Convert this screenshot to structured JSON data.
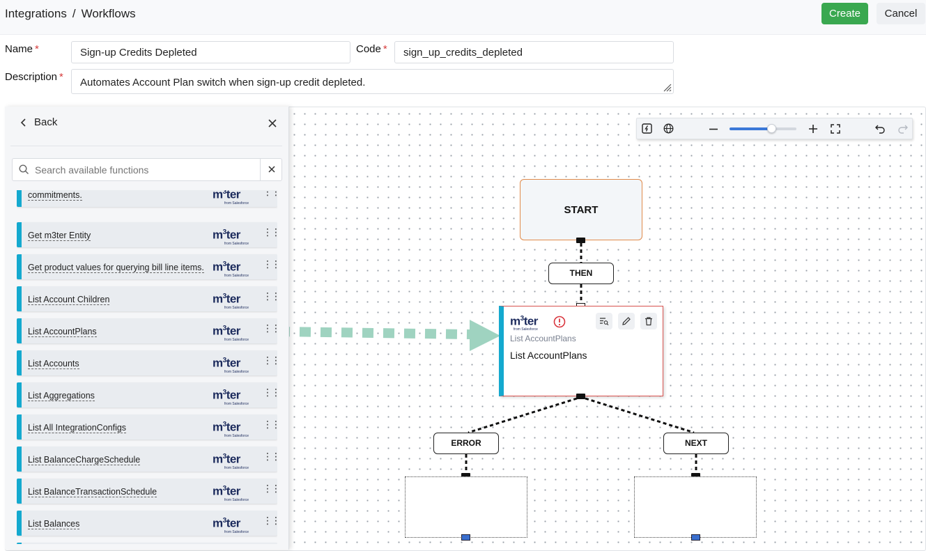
{
  "header": {
    "breadcrumb": [
      "Integrations",
      "Workflows"
    ],
    "breadcrumb_separator": "/",
    "create_label": "Create",
    "cancel_label": "Cancel",
    "create_color": "#3aa850"
  },
  "form": {
    "name_label": "Name",
    "name_value": "Sign-up Credits Depleted",
    "code_label": "Code",
    "code_value": "sign_up_credits_depleted",
    "description_label": "Description",
    "description_value": "Automates Account Plan switch when sign-up credit depleted.",
    "required_marker": "*"
  },
  "panel": {
    "back_label": "Back",
    "search_placeholder": "Search available functions",
    "accent_color": "#14a9cf",
    "functions": [
      {
        "label": "commitments."
      },
      {
        "label": "Get m3ter Entity"
      },
      {
        "label": "Get product values for querying bill line items."
      },
      {
        "label": "List Account Children"
      },
      {
        "label": "List AccountPlans"
      },
      {
        "label": "List Accounts"
      },
      {
        "label": "List Aggregations"
      },
      {
        "label": "List All IntegrationConfigs"
      },
      {
        "label": "List BalanceChargeSchedule"
      },
      {
        "label": "List BalanceTransactionSchedule"
      },
      {
        "label": "List Balances"
      }
    ],
    "vendor_logo": {
      "name": "m3ter",
      "tagline": "from Salesforce"
    }
  },
  "toolbar": {
    "icons": [
      "function-icon",
      "globe-icon",
      "zoom-out-icon",
      "zoom-in-icon",
      "fullscreen-icon",
      "undo-icon",
      "redo-icon"
    ],
    "zoom_level": 0.63
  },
  "canvas": {
    "start_label": "START",
    "then_label": "THEN",
    "error_label": "ERROR",
    "next_label": "NEXT",
    "function_node": {
      "vendor": "m3ter",
      "vendor_tagline": "from Salesforce",
      "subtitle": "List AccountPlans",
      "title": "List AccountPlans",
      "status": "warning",
      "border_color": "#d9534f"
    },
    "drag_arrow_color": "#9fd3c0"
  }
}
